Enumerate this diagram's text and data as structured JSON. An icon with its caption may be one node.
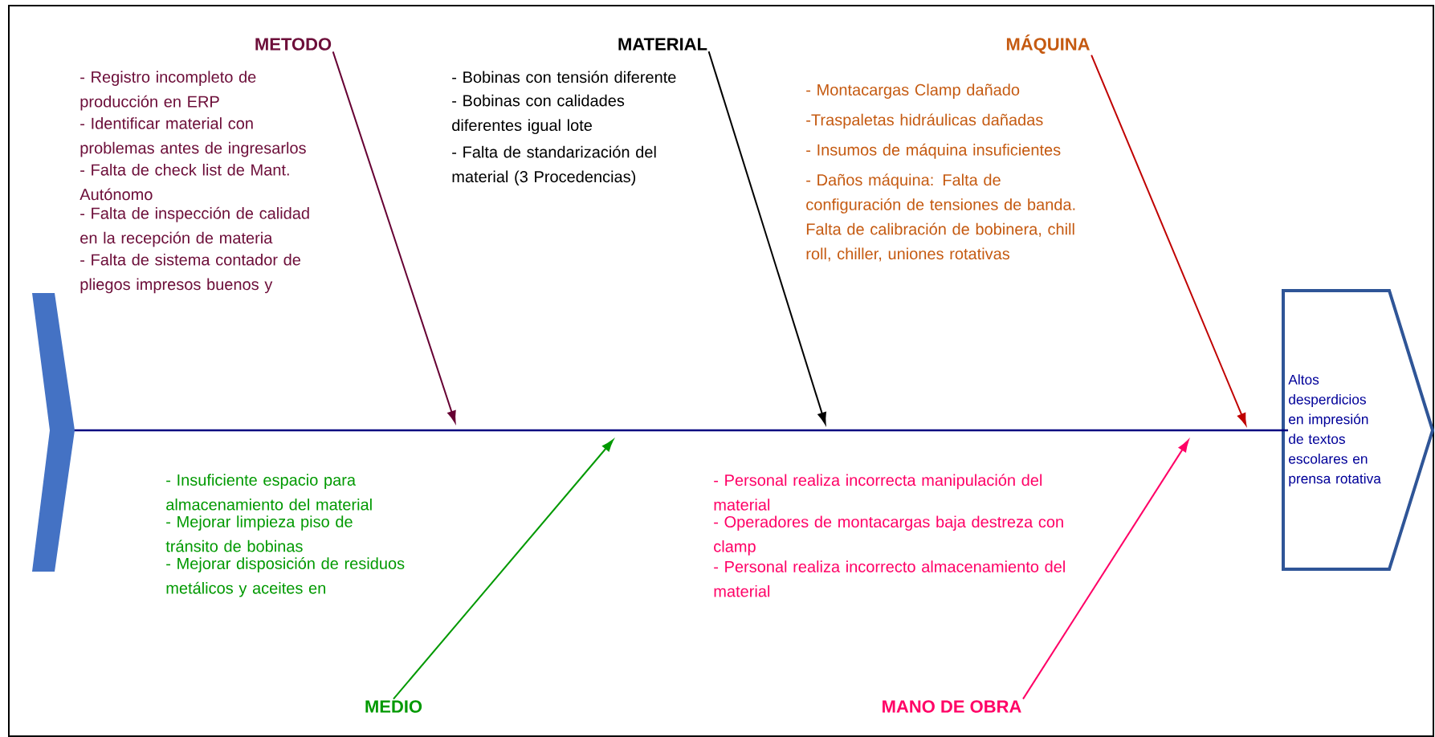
{
  "diagram": {
    "nodes": [
      {
        "text": [],
        "shape": "chevron"
      },
      {
        "text": [
          "METODO"
        ],
        "beside": [
          "- Registro incompleto de producción en ERP",
          "- Identificar material con problemas antes de ingresarlos",
          "- Falta de check list de Mant. Autónomo",
          "- Falta de inspección de calidad en la recepción de materia",
          "- Falta de sistema contador de pliegos impresos buenos y"
        ]
      },
      {
        "text": [
          "MATERIAL"
        ],
        "beside": [
          "- Bobinas con tensión diferente",
          "- Bobinas con calidades diferentes igual lote",
          "- Falta de standarización del material (3 Procedencias)"
        ]
      },
      {
        "text": [
          "MÁQUINA"
        ],
        "beside": [
          "- Montacargas Clamp dañado",
          "-Traspaletas hidráulicas dañadas",
          "- Insumos de máquina insuficientes",
          "- Daños máquina: Falta de configuración de tensiones de banda. Falta de calibración de bobinera, chill roll, chiller, uniones rotativas"
        ]
      },
      {
        "text": [
          "MEDIO"
        ],
        "beside": [
          "- Insuficiente espacio para almacenamiento del material",
          "- Mejorar limpieza piso de tránsito de bobinas",
          "- Mejorar disposición de residuos metálicos y aceites en"
        ]
      },
      {
        "text": [
          "MANO DE OBRA"
        ],
        "beside": [
          "- Personal realiza incorrecta manipulación del material",
          "- Operadores de montacargas baja destreza con clamp",
          "- Personal realiza incorrecto almacenamiento del material"
        ]
      },
      {
        "text": [
          "Altos desperdicios en impresión de textos escolares en prensa rotativa"
        ]
      }
    ],
    "edges": [
      {
        "from": 0,
        "to": 6,
        "arrow": "none",
        "color": "#000080"
      },
      {
        "from": 1,
        "to": null,
        "arrow": "to",
        "color": "#660033"
      },
      {
        "from": 2,
        "to": null,
        "arrow": "to",
        "color": "#000000"
      },
      {
        "from": 3,
        "to": null,
        "arrow": "to",
        "color": "#c00000"
      },
      {
        "from": 4,
        "to": null,
        "arrow": "to",
        "color": "#009900"
      },
      {
        "from": 5,
        "to": null,
        "arrow": "to",
        "color": "#ff0066"
      }
    ]
  }
}
